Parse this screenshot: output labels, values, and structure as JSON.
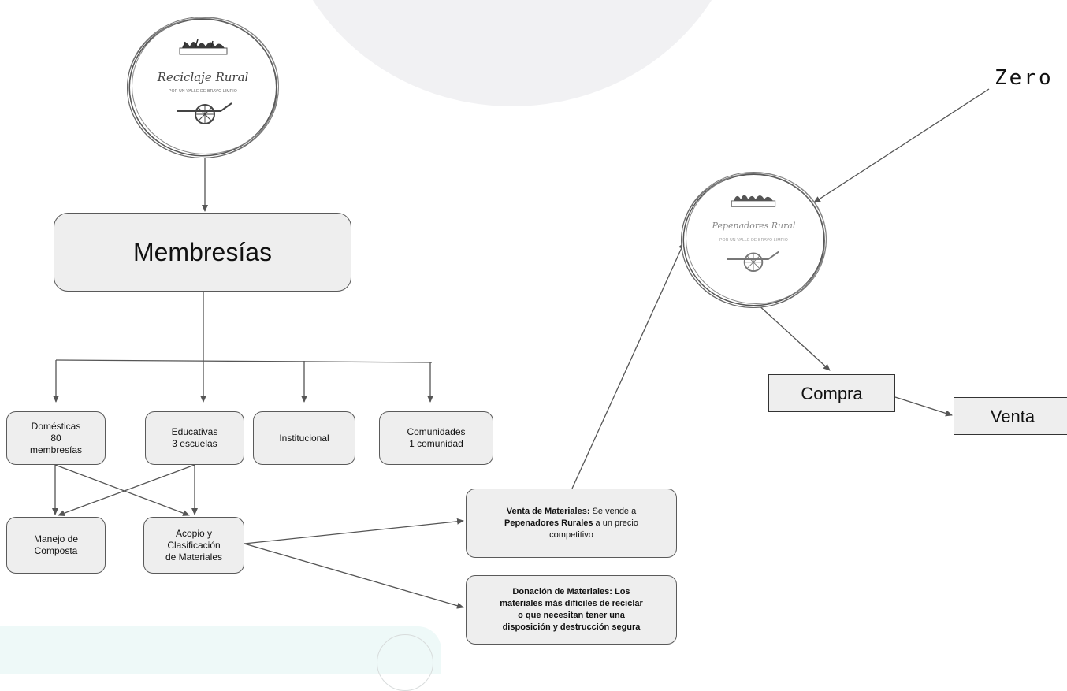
{
  "logos": {
    "reciclaje": {
      "title": "Reciclaje Rural",
      "subtitle": "POR UN VALLE DE BRAVO LIMPIO"
    },
    "pepenadores": {
      "title": "Pepenadores Rural",
      "subtitle": "POR UN VALLE DE BRAVO LIMPIO"
    }
  },
  "zero_label": "Zero",
  "nodes": {
    "membresias": "Membresías",
    "domesticas": [
      "Domésticas",
      "80",
      "membresías"
    ],
    "educativas": [
      "Educativas",
      "3 escuelas"
    ],
    "institucional": "Institucional",
    "comunidades": [
      "Comunidades",
      "1 comunidad"
    ],
    "manejo": [
      "Manejo de",
      "Composta"
    ],
    "acopio": [
      "Acopio y",
      "Clasificación",
      "de Materiales"
    ],
    "venta_materiales": {
      "bold1": "Venta de Materiales:",
      "text1": " Se vende a",
      "bold2": "Pepenadores Rurales",
      "text2": " a un precio",
      "text3": "competitivo"
    },
    "donacion": [
      "Donación de Materiales: Los",
      "materiales más difíciles de reciclar",
      "o que necesitan tener una",
      "disposición y destrucción segura"
    ],
    "compra": "Compra",
    "venta": "Venta"
  },
  "colors": {
    "box_fill": "#eeeeee",
    "box_stroke": "#5a5a5a",
    "arrow": "#555555"
  }
}
